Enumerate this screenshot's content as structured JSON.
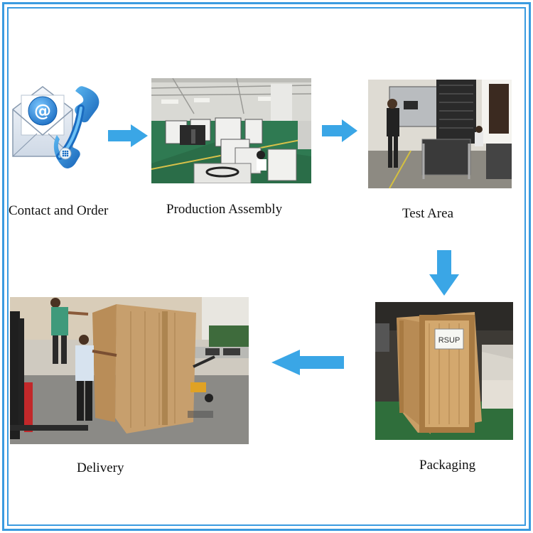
{
  "steps": [
    {
      "label": "Contact and Order",
      "icon": "email-envelope-phone-icon"
    },
    {
      "label": "Production Assembly",
      "image": "factory-floor-photo"
    },
    {
      "label": "Test Area",
      "image": "chiller-test-photo"
    },
    {
      "label": "Packaging",
      "image": "wooden-crate-photo",
      "crate_label": "RSUP"
    },
    {
      "label": "Delivery",
      "image": "loading-crate-photo"
    }
  ],
  "arrows": [
    "arrow-right-icon",
    "arrow-right-icon",
    "arrow-down-icon",
    "arrow-left-icon"
  ],
  "colors": {
    "frame": "#3a9be0",
    "arrow": "#3aa6e6",
    "text": "#111111"
  }
}
